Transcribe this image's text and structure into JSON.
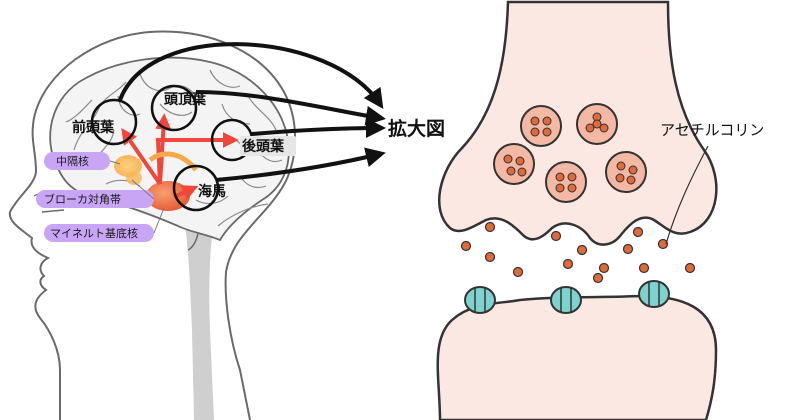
{
  "brain": {
    "regions": {
      "frontal": "前頭葉",
      "parietal": "頭頂葉",
      "occipital": "後頭葉",
      "hippocampus": "海馬"
    },
    "nuclei": {
      "septal": "中隔核",
      "broca": "ブローカ対角帯",
      "meynert": "マイネルト基底核"
    }
  },
  "zoom_label": "拡大図",
  "synapse": {
    "neurotransmitter_label": "アセチルコリン"
  },
  "colors": {
    "arrow_red": "#f0463c",
    "nucleus_purple": "#c9a6f5",
    "synapse_fill": "#fbe8e2",
    "vesicle_dot": "#e06a3a",
    "receptor": "#7fd3cf"
  }
}
